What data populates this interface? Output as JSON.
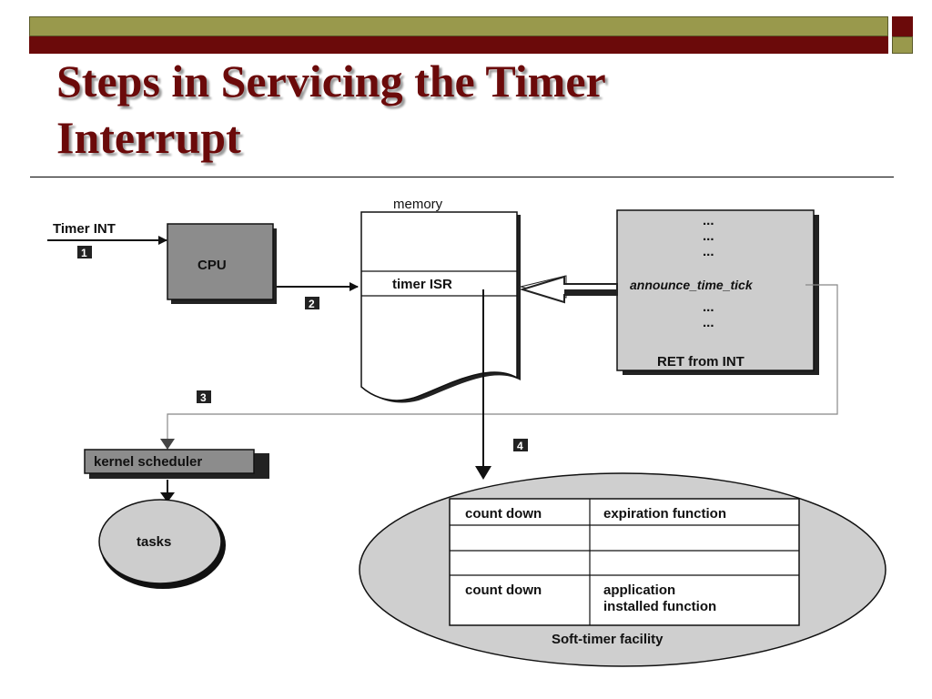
{
  "slide": {
    "title_line1": "Steps in Servicing the Timer",
    "title_line2": "Interrupt"
  },
  "diagram": {
    "timer_int": "Timer INT",
    "steps": [
      "1",
      "2",
      "3",
      "4"
    ],
    "cpu": "CPU",
    "memory": "memory",
    "timer_isr": "timer ISR",
    "code_lines": [
      "...",
      "...",
      "...",
      "announce_time_tick",
      "...",
      "...",
      "RET from INT"
    ],
    "kernel_scheduler": "kernel scheduler",
    "tasks": "tasks",
    "soft_timer_table": {
      "rows": [
        [
          "count down",
          "expiration function"
        ],
        [
          "",
          ""
        ],
        [
          "",
          ""
        ],
        [
          "count down",
          "application",
          "installed function"
        ]
      ]
    },
    "soft_timer_facility": "Soft-timer facility"
  },
  "colors": {
    "maroon": "#6b0a0a",
    "olive": "#99994c",
    "box_gray": "#8c8c8c",
    "panel_gray": "#cdcdcd",
    "ellipse_gray": "#cfcfcf"
  }
}
